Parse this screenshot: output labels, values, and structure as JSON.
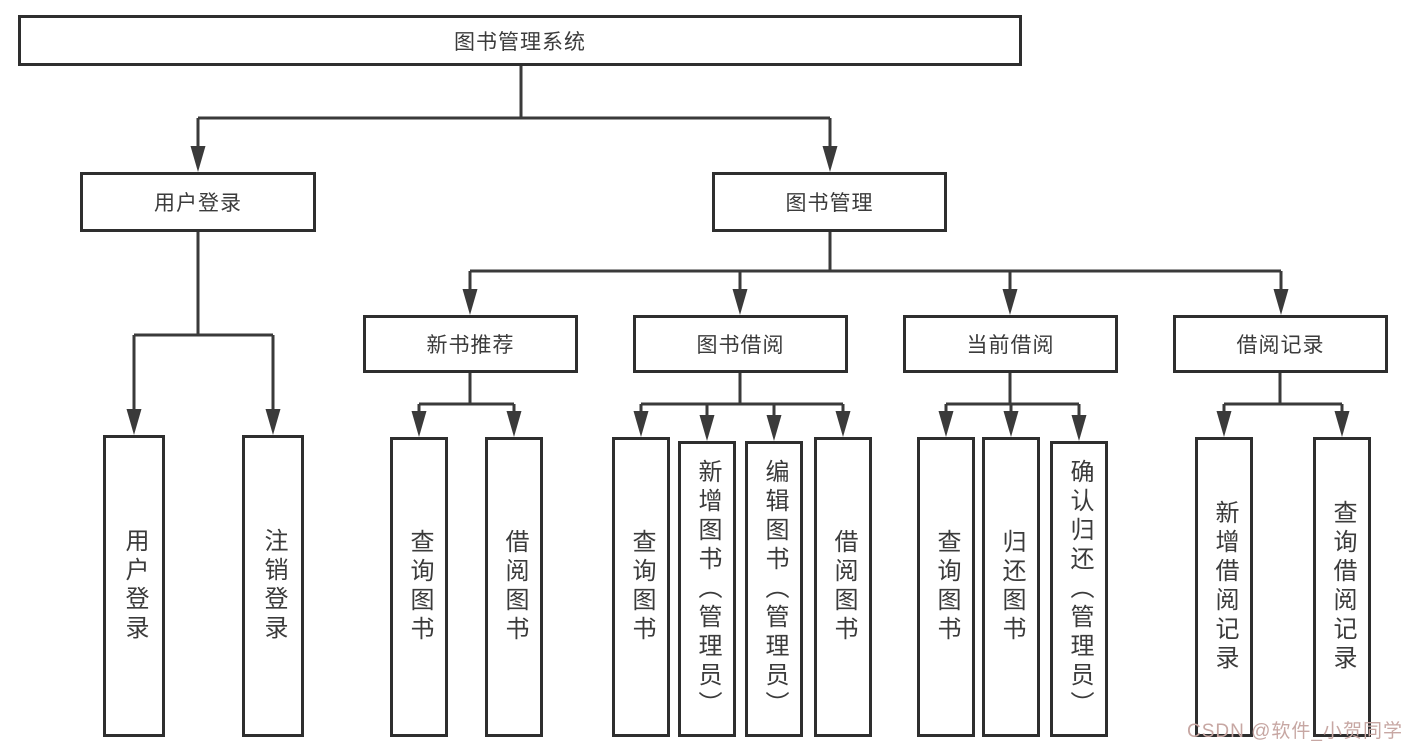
{
  "root": {
    "label": "图书管理系统"
  },
  "branches": [
    {
      "label": "用户登录",
      "children": [
        {
          "label": "用户登录"
        },
        {
          "label": "注销登录"
        }
      ]
    },
    {
      "label": "图书管理",
      "sections": [
        {
          "label": "新书推荐",
          "children": [
            {
              "label": "查询图书"
            },
            {
              "label": "借阅图书"
            }
          ]
        },
        {
          "label": "图书借阅",
          "children": [
            {
              "label": "查询图书"
            },
            {
              "label": "新增图书（管理员）"
            },
            {
              "label": "编辑图书（管理员）"
            },
            {
              "label": "借阅图书"
            }
          ]
        },
        {
          "label": "当前借阅",
          "children": [
            {
              "label": "查询图书"
            },
            {
              "label": "归还图书"
            },
            {
              "label": "确认归还（管理员）"
            }
          ]
        },
        {
          "label": "借阅记录",
          "children": [
            {
              "label": "新增借阅记录"
            },
            {
              "label": "查询借阅记录"
            }
          ]
        }
      ]
    }
  ],
  "watermark": {
    "text": "CSDN @软件_小贺同学"
  },
  "colors": {
    "line": "#3a3a3a",
    "border": "#2e2e2e",
    "text": "#3b3b3b",
    "background": "#ffffff",
    "watermark": "#c7a7a3"
  }
}
